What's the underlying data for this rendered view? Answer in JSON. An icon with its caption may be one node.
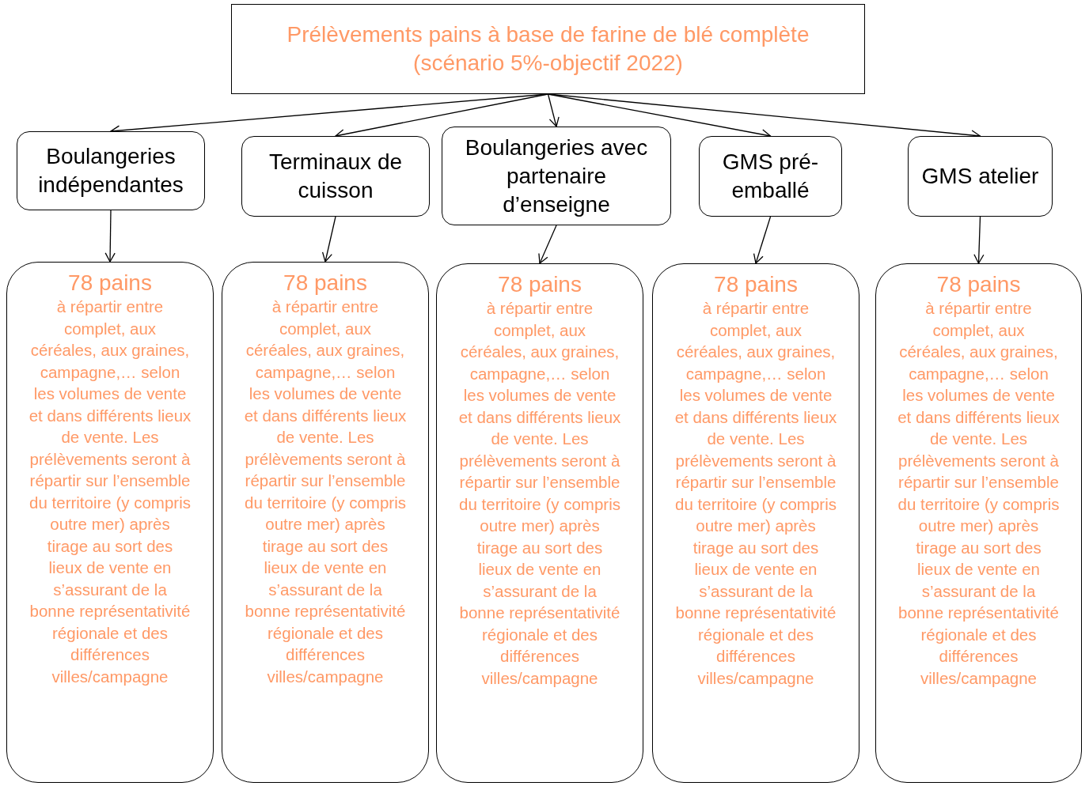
{
  "diagram": {
    "nodes": [
      {
        "text": [
          "Prélèvements pains à base de farine de blé complète (scénario 5%-objectif 2022)"
        ]
      },
      {
        "text": [
          "Boulangeries indépendantes"
        ]
      },
      {
        "text": [
          "Terminaux de cuisson"
        ]
      },
      {
        "text": [
          "Boulangeries avec partenaire d’enseigne"
        ]
      },
      {
        "text": [
          "GMS pré-emballé"
        ]
      },
      {
        "text": [
          "GMS atelier"
        ]
      },
      {
        "text": [
          "78 pains",
          "à répartir entre complet, aux céréales, aux graines, campagne,… selon les volumes de vente et dans différents lieux de vente. Les prélèvements seront à répartir sur l’ensemble du territoire (y compris outre mer) après tirage au sort des lieux de vente en s’assurant de la bonne représentativité régionale et des différences villes/campagne"
        ]
      },
      {
        "text": [
          "78 pains",
          "à répartir entre complet, aux céréales, aux graines, campagne,… selon les volumes de vente et dans différents lieux de vente. Les prélèvements seront à répartir sur l’ensemble du territoire (y compris outre mer) après tirage au sort des lieux de vente en s’assurant de la bonne représentativité régionale et des différences villes/campagne"
        ]
      },
      {
        "text": [
          "78 pains",
          "à répartir entre complet, aux céréales, aux graines, campagne,… selon les volumes de vente et dans différents lieux de vente. Les prélèvements seront à répartir sur l’ensemble du territoire (y compris outre mer) après tirage au sort des lieux de vente en s’assurant de la bonne représentativité régionale et des différences villes/campagne"
        ]
      },
      {
        "text": [
          "78 pains",
          "à répartir entre complet, aux céréales, aux graines, campagne,… selon les volumes de vente et dans différents lieux de vente. Les prélèvements seront à répartir sur l’ensemble du territoire (y compris outre mer) après tirage au sort des lieux de vente en s’assurant de la bonne représentativité régionale et des différences villes/campagne"
        ]
      },
      {
        "text": [
          "78 pains",
          "à répartir entre complet, aux céréales, aux graines, campagne,… selon les volumes de vente et dans différents lieux de vente. Les prélèvements seront à répartir sur l’ensemble du territoire (y compris outre mer) après tirage au sort des lieux de vente en s’assurant de la bonne représentativité régionale et des différences villes/campagne"
        ]
      }
    ],
    "edges": [
      {
        "from": 0,
        "to": 1,
        "arrow": "to"
      },
      {
        "from": 0,
        "to": 2,
        "arrow": "to"
      },
      {
        "from": 0,
        "to": 3,
        "arrow": "to"
      },
      {
        "from": 0,
        "to": 4,
        "arrow": "to"
      },
      {
        "from": 0,
        "to": 5,
        "arrow": "to"
      },
      {
        "from": 1,
        "to": 6,
        "arrow": "to"
      },
      {
        "from": 2,
        "to": 7,
        "arrow": "to"
      },
      {
        "from": 3,
        "to": 8,
        "arrow": "to"
      },
      {
        "from": 4,
        "to": 9,
        "arrow": "to"
      },
      {
        "from": 5,
        "to": 10,
        "arrow": "to"
      }
    ]
  }
}
